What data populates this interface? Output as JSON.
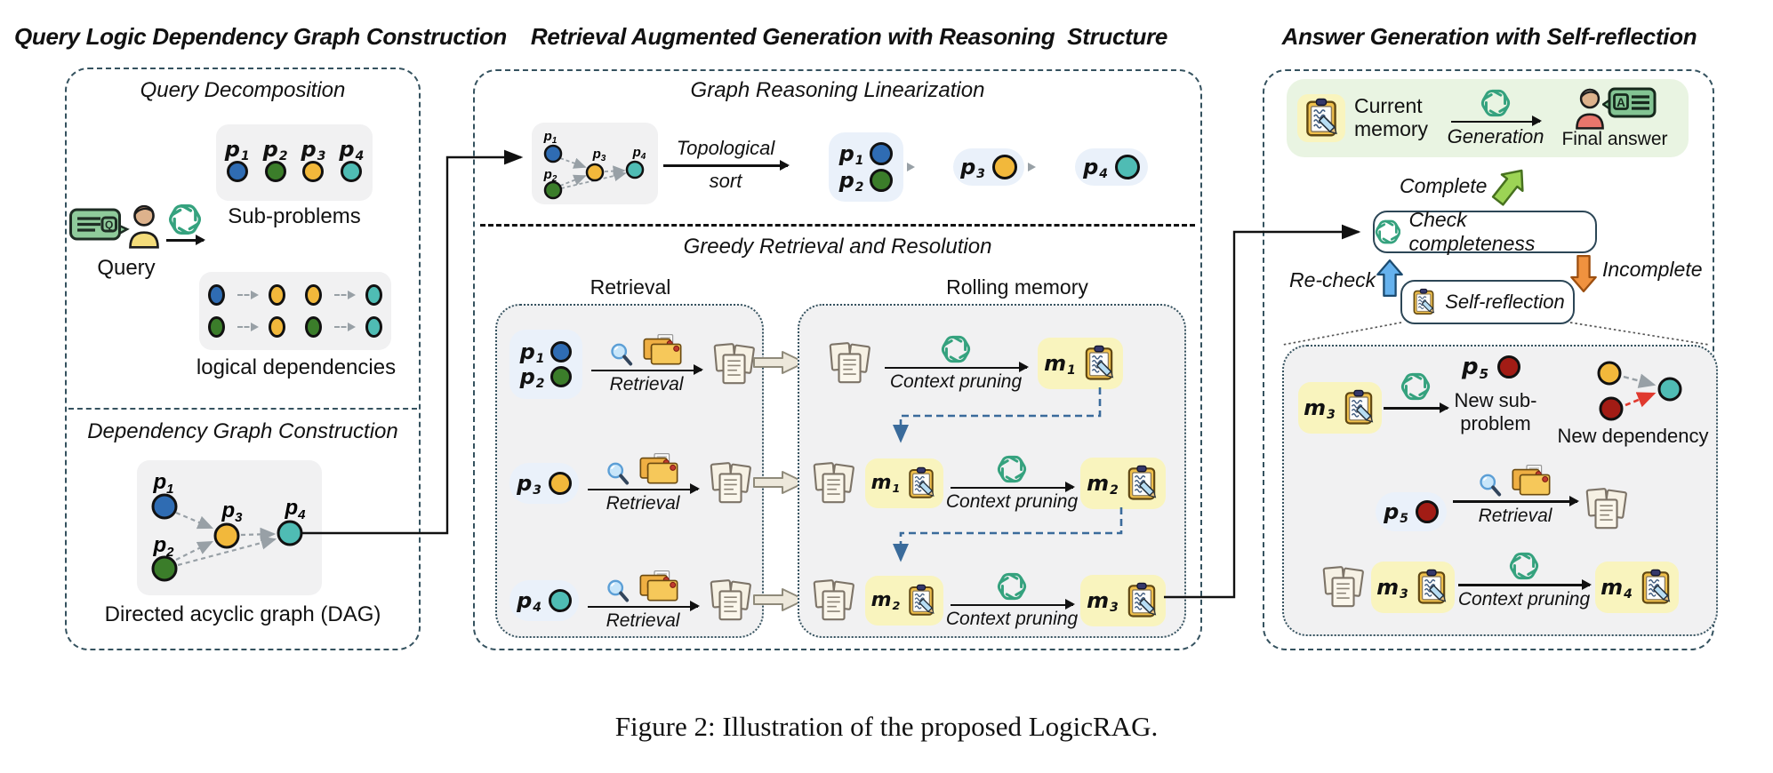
{
  "caption": "Figure 2: Illustration of the proposed LogicRAG.",
  "icons": {
    "query_letter": "Q",
    "answer_letter": "A"
  },
  "labels": {
    "p1": {
      "b": "p",
      "s": "1"
    },
    "p2": {
      "b": "p",
      "s": "2"
    },
    "p3": {
      "b": "p",
      "s": "3"
    },
    "p4": {
      "b": "p",
      "s": "4"
    },
    "p5": {
      "b": "p",
      "s": "5"
    },
    "m1": {
      "b": "m",
      "s": "1"
    },
    "m2": {
      "b": "m",
      "s": "2"
    },
    "m3": {
      "b": "m",
      "s": "3"
    },
    "m4": {
      "b": "m",
      "s": "4"
    }
  },
  "colors": {
    "node_blue": "#2F6CB3",
    "node_green": "#3B7D2A",
    "node_yellow": "#F2B83B",
    "node_teal": "#4FBCB4",
    "node_red": "#A21C15",
    "openai_green": "#35A27E",
    "pill_blue": "#EAF1FA",
    "memory_yellow": "#F9F4BE",
    "panel_gray": "#F1F1F2",
    "box_green": "#E9F4E2",
    "border_slate": "#35525F",
    "feedback_blue": "#3A6B9B",
    "complete_green": "#9CD455",
    "recheck_blue": "#66B2EE",
    "incomplete_orange": "#F0923F",
    "dependency_red": "#E0392E"
  },
  "left": {
    "title": "Query Logic Dependency Graph Construction",
    "decomposition": {
      "title": "Query Decomposition",
      "query_label": "Query",
      "subproblems_caption": "Sub-problems",
      "dependencies_caption": "logical dependencies"
    },
    "dag": {
      "title": "Dependency Graph Construction",
      "caption": "Directed acyclic graph (DAG)",
      "edges": [
        "p1→p3",
        "p2→p3",
        "p2→p4",
        "p3→p4"
      ]
    }
  },
  "middle": {
    "title": "Retrieval Augmented Generation with Reasoning  Structure",
    "linearization": {
      "title": "Graph Reasoning Linearization",
      "sort_line1": "Topological",
      "sort_line2": "sort",
      "order": [
        [
          "p1",
          "p2"
        ],
        [
          "p3"
        ],
        [
          "p4"
        ]
      ]
    },
    "greedy": {
      "title": "Greedy Retrieval and Resolution",
      "retrieval_header": "Retrieval",
      "rolling_header": "Rolling memory",
      "retrieval_label": "Retrieval",
      "pruning_label": "Context pruning",
      "memory_steps": [
        "m1",
        "m2",
        "m3"
      ]
    }
  },
  "right": {
    "title": "Answer Generation with Self-reflection",
    "generation": {
      "memory_label": "Current memory",
      "arrow_label": "Generation",
      "answer_label": "Final answer"
    },
    "check": {
      "label": "Check completeness",
      "complete_label": "Complete",
      "incomplete_label": "Incomplete",
      "recheck_label": "Re-check"
    },
    "reflection": {
      "label": "Self-reflection",
      "newsub_line1": "New sub-",
      "newsub_line2": "problem",
      "newdep_label": "New dependency",
      "retrieval_label": "Retrieval",
      "pruning_label": "Context pruning"
    }
  }
}
